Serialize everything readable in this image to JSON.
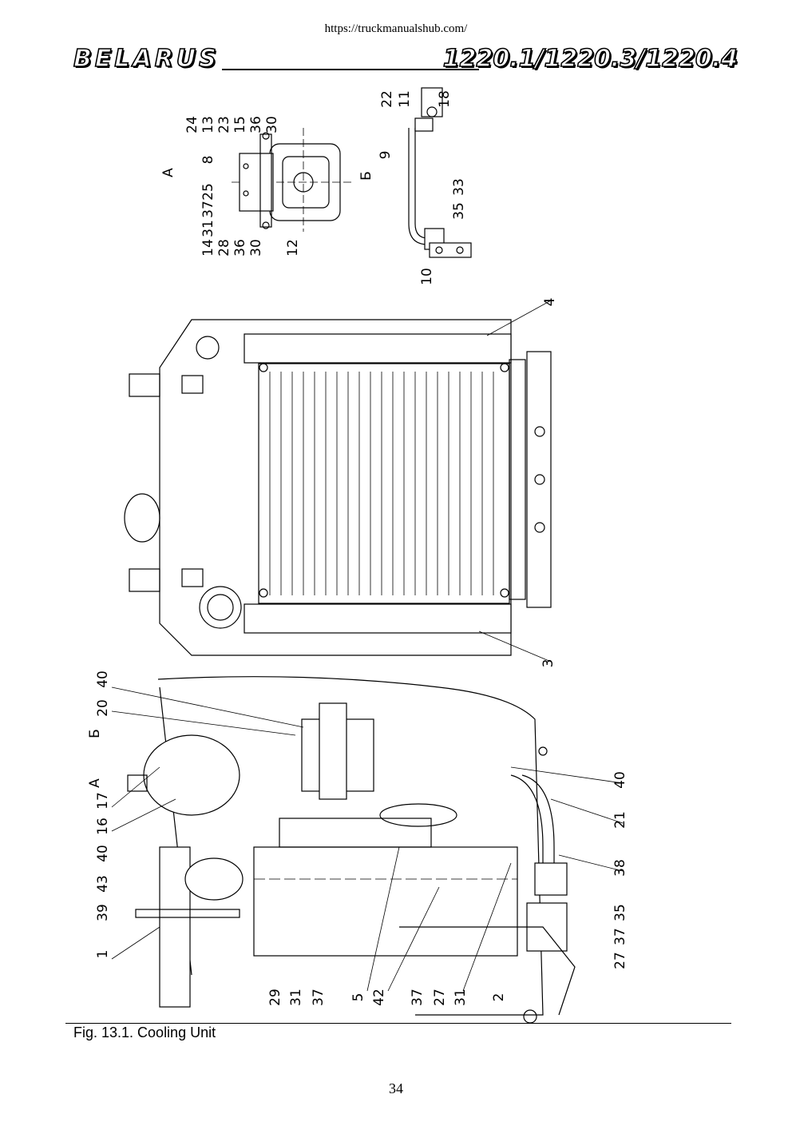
{
  "header": {
    "url": "https://truckmanualshub.com/",
    "brand": "BELARUS",
    "model": "1220.1/1220.3/1220.4"
  },
  "figure": {
    "view_labels": [
      "А",
      "Б",
      "Б",
      "А"
    ],
    "callouts": {
      "viewA": [
        "24",
        "13",
        "23",
        "15",
        "36",
        "30",
        "8",
        "25",
        "37",
        "31",
        "14",
        "28",
        "36",
        "30",
        "12"
      ],
      "viewB": [
        "22",
        "11",
        "18",
        "9",
        "33",
        "35",
        "10"
      ],
      "front": [
        "4",
        "3"
      ],
      "side_top": [
        "40",
        "20"
      ],
      "side_left": [
        "17",
        "16",
        "40",
        "43",
        "39",
        "1"
      ],
      "side_bottom": [
        "29",
        "31",
        "37",
        "5",
        "42",
        "37",
        "27",
        "31",
        "2"
      ],
      "side_right": [
        "40",
        "21",
        "38",
        "35",
        "37",
        "27"
      ]
    }
  },
  "caption": "Fig. 13.1. Cooling Unit",
  "page_number": "34"
}
